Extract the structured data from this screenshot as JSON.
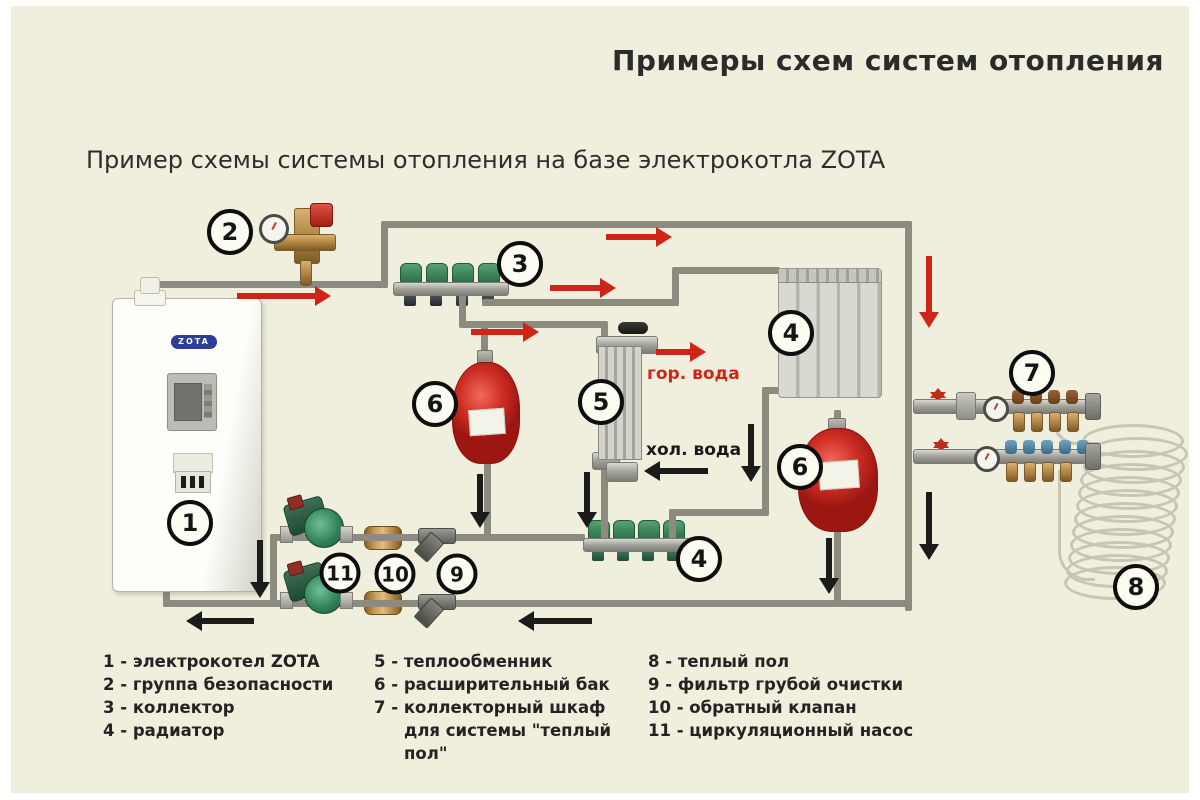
{
  "page": {
    "title": "Примеры схем систем отопления",
    "subtitle": "Пример схемы системы отопления на базе электрокотла ZOTA"
  },
  "colors": {
    "background": "#f0eedd",
    "pipe_gray": "#8b8b7f",
    "hot_flow_red": "#ce2518",
    "cold_flow_black": "#1b1b1b",
    "tank_red": "#cf2d22",
    "pump_green": "#2e7e55",
    "brass": "#cda05e"
  },
  "diagram": {
    "boiler_logo": "ZOTA",
    "flow_labels": {
      "hot_water": "гор. вода",
      "cold_water": "хол. вода"
    },
    "badges": {
      "boiler": "1",
      "safety_group": "2",
      "collector": "3",
      "radiator": "4",
      "return_collector": "4",
      "heat_exchanger": "5",
      "expansion_tank_left": "6",
      "expansion_tank_right": "6",
      "floor_manifold_cabinet": "7",
      "floor_loop": "8",
      "coarse_filter": "9",
      "check_valve": "10",
      "circulation_pump": "11"
    }
  },
  "legend": {
    "col1": [
      "1 - электрокотел ZOTA",
      "2 - группа безопасности",
      "3 - коллектор",
      "4 - радиатор"
    ],
    "col2": [
      "5 - теплообменник",
      "6 - расширительный бак",
      "7 - коллекторный шкаф для системы \"теплый пол\""
    ],
    "col3": [
      "8 - теплый пол",
      "9 - фильтр грубой очистки",
      "10 - обратный клапан",
      "11 - циркуляционный насос"
    ]
  }
}
